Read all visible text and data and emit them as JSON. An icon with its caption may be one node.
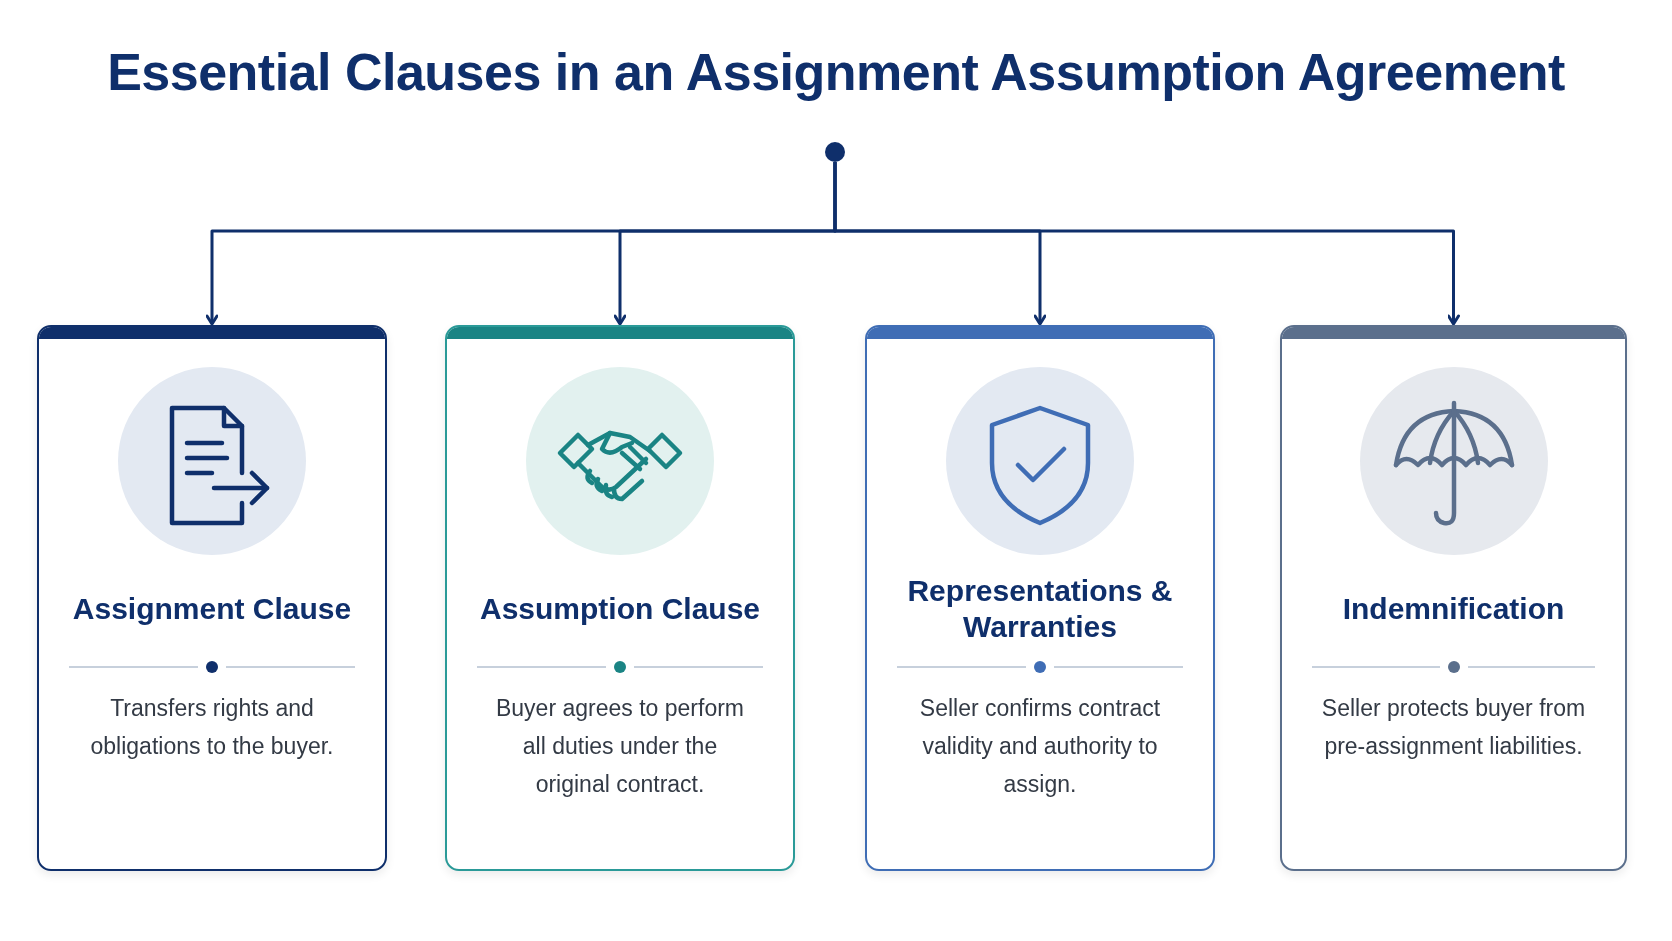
{
  "diagram": {
    "title": "Essential Clauses in an Assignment Assumption Agreement",
    "nodes": [
      {
        "text": [],
        "shape": "circle"
      },
      {
        "text": [
          "Assignment Clause",
          "Transfers rights and obligations to the buyer."
        ]
      },
      {
        "text": [
          "Assumption Clause",
          "Buyer agrees to perform all duties under the original contract."
        ]
      },
      {
        "text": [
          "Representations & Warranties",
          "Seller confirms contract validity and authority to assign."
        ]
      },
      {
        "text": [
          "Indemnification",
          "Seller protects buyer from pre-assignment liabilities."
        ]
      }
    ],
    "edges": [
      {
        "from": 0,
        "to": 1,
        "arrow": "to"
      },
      {
        "from": 0,
        "to": 2,
        "arrow": "to"
      },
      {
        "from": 0,
        "to": 3,
        "arrow": "to"
      },
      {
        "from": 0,
        "to": 4,
        "arrow": "to"
      }
    ]
  }
}
